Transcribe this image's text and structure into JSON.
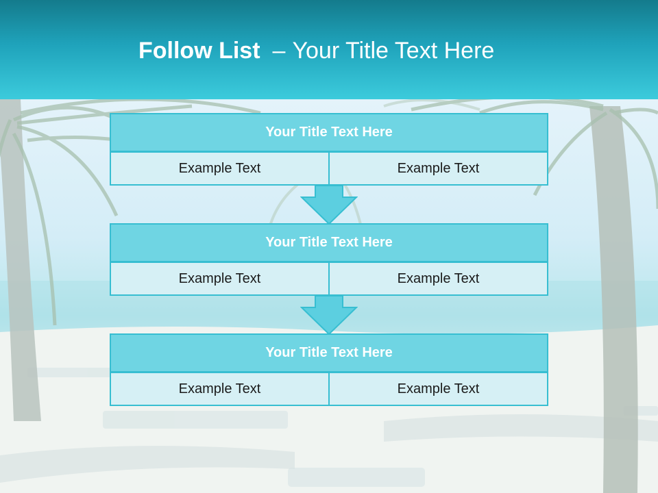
{
  "header": {
    "title_bold": "Follow List",
    "title_separator": "–",
    "title_rest": "Your Title Text Here"
  },
  "blocks": [
    {
      "title": "Your Title Text Here",
      "left_text": "Example Text",
      "right_text": "Example Text"
    },
    {
      "title": "Your Title Text Here",
      "left_text": "Example Text",
      "right_text": "Example Text"
    },
    {
      "title": "Your Title Text Here",
      "left_text": "Example Text",
      "right_text": "Example Text"
    }
  ],
  "colors": {
    "header_dark": "#147b8c",
    "header_light": "#3ccbdc",
    "title_fill": "#6fd5e3",
    "cell_fill": "#d6f0f5",
    "border": "#37bed1",
    "arrow": "#5ccfe0"
  }
}
